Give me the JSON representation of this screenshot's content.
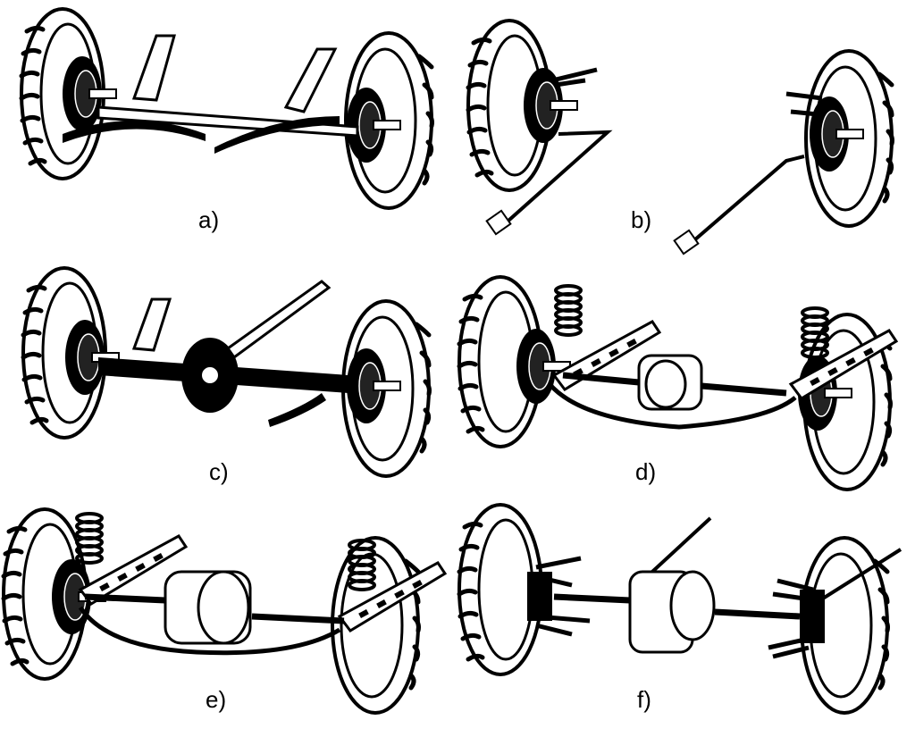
{
  "panels": [
    {
      "id": "a",
      "label": "a)"
    },
    {
      "id": "b",
      "label": "b)"
    },
    {
      "id": "c",
      "label": "c)"
    },
    {
      "id": "d",
      "label": "d)"
    },
    {
      "id": "e",
      "label": "e)"
    },
    {
      "id": "f",
      "label": "f)"
    }
  ],
  "colors": {
    "ink": "#000000",
    "paper": "#ffffff"
  }
}
